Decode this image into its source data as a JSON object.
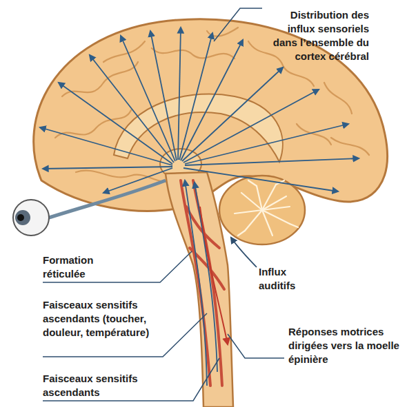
{
  "diagram": {
    "labels": [
      "Distribution des influx sensoriels dans l’ensemble du cortex cérébral",
      "Formation réticulée",
      "Faisceaux sensitifs ascendants (toucher, douleur, température)",
      "Faisceaux sensitifs ascendants",
      "Influx auditifs",
      "Réponses motrices dirigées vers la moelle épinière"
    ]
  }
}
